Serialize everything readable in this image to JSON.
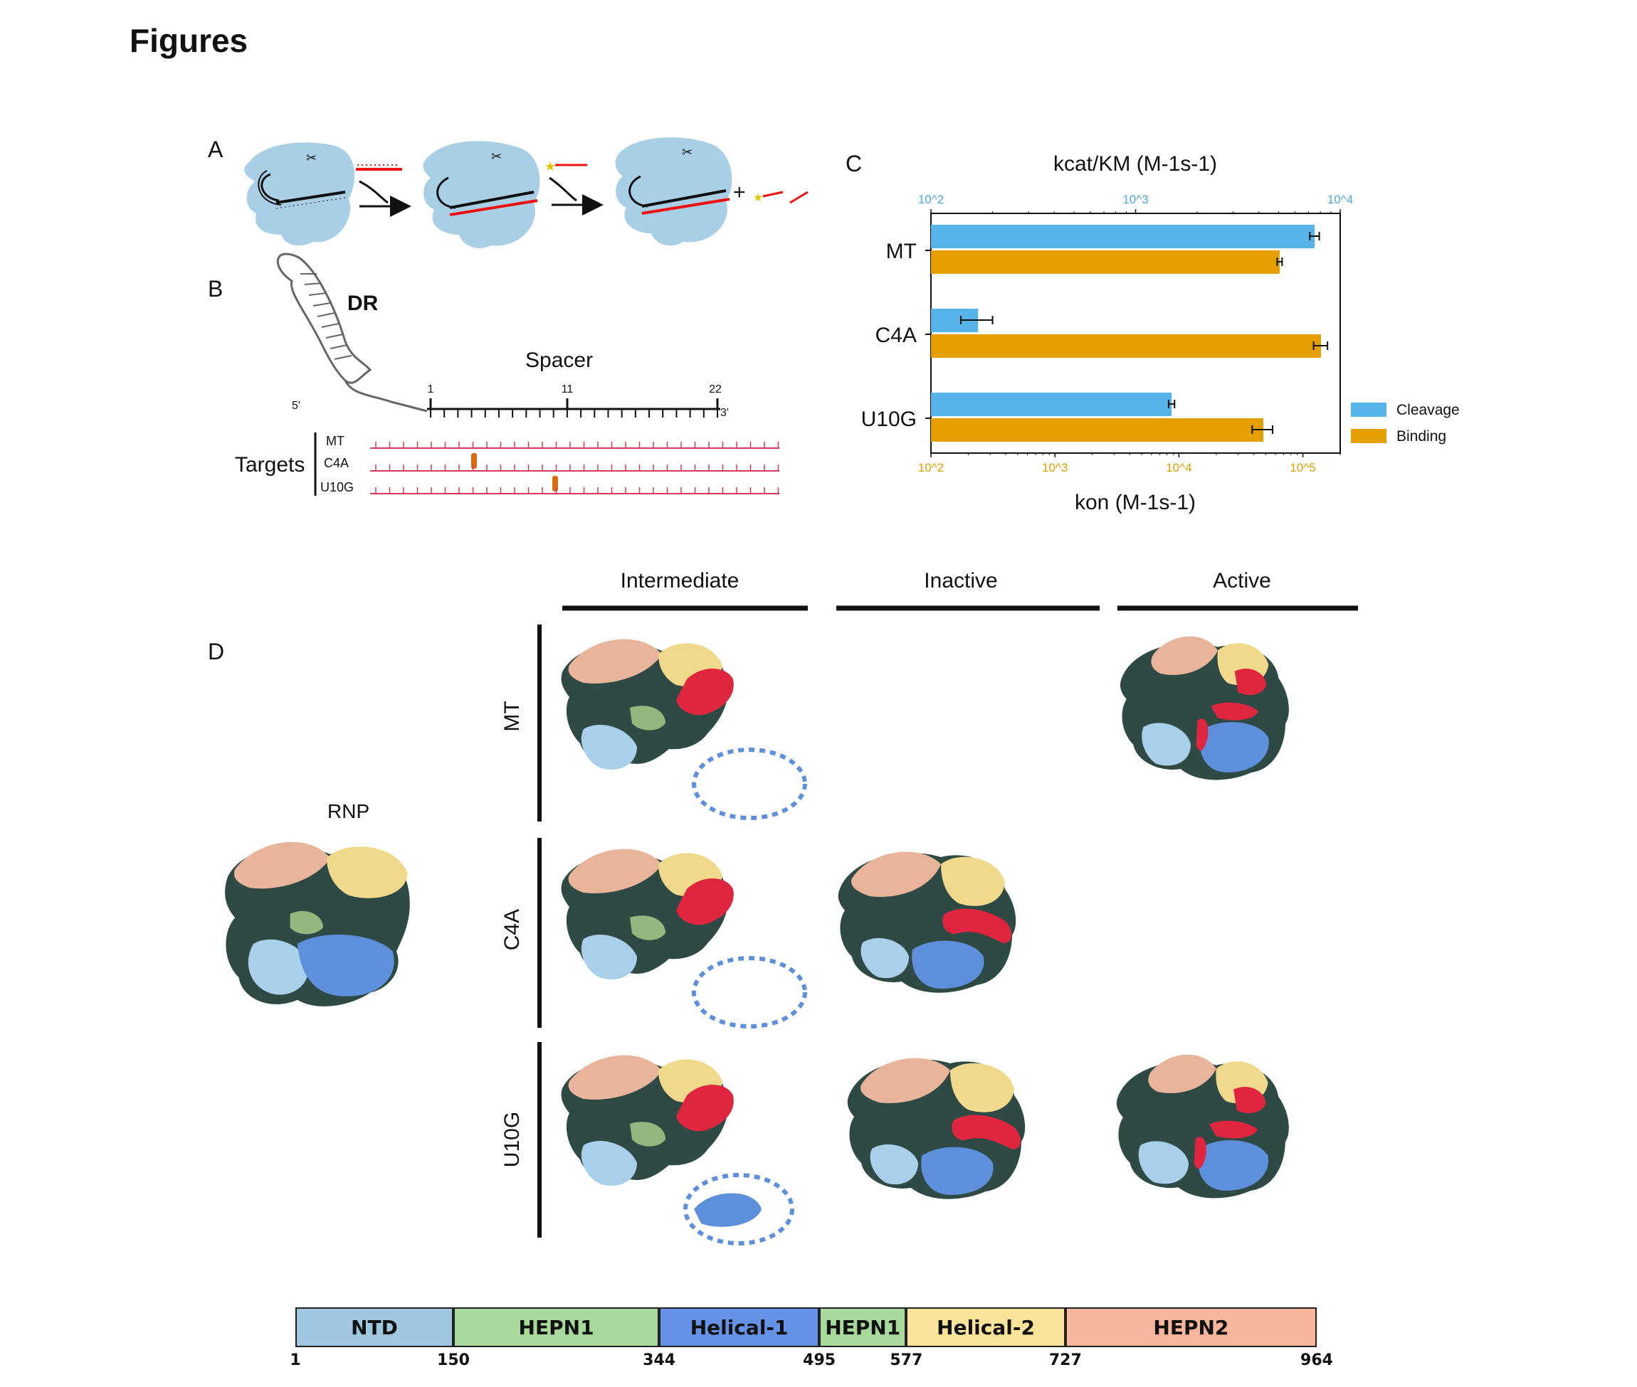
{
  "heading": "Figures",
  "panels": {
    "A": "A",
    "B": "B",
    "C": "C",
    "D": "D"
  },
  "panel_b": {
    "dr_label": "DR",
    "spacer_label": "Spacer",
    "five_prime": "5'",
    "three_prime": "3'",
    "positions": [
      "1",
      "11",
      "22"
    ],
    "targets_label": "Targets",
    "targets": [
      "MT",
      "C4A",
      "U10G"
    ]
  },
  "chart_data": {
    "type": "bar",
    "orientation": "horizontal",
    "categories": [
      "MT",
      "C4A",
      "U10G"
    ],
    "top_axis_label": "kcat/KM (M-1s-1)",
    "bottom_axis_label": "kon (M-1s-1)",
    "top_axis": {
      "scale": "log",
      "range": [
        100,
        10000
      ],
      "ticks": [
        "10^2",
        "10^3",
        "10^4"
      ]
    },
    "bottom_axis": {
      "scale": "log",
      "range": [
        100,
        200000
      ],
      "ticks": [
        "10^2",
        "10^3",
        "10^4",
        "10^5"
      ]
    },
    "legend_position": "right",
    "series": [
      {
        "name": "Cleavage",
        "color": "#56b4e9",
        "axis": "top",
        "values": [
          7500,
          170,
          1500
        ],
        "err": [
          400,
          30,
          50
        ]
      },
      {
        "name": "Binding",
        "color": "#e69f00",
        "axis": "bottom",
        "values": [
          65000,
          140000,
          48000
        ],
        "err": [
          3000,
          18000,
          9000
        ]
      }
    ]
  },
  "panel_d": {
    "columns": [
      "Intermediate",
      "Inactive",
      "Active"
    ],
    "rows": [
      "MT",
      "C4A",
      "U10G"
    ],
    "rnp_label": "RNP"
  },
  "domains": {
    "segments": [
      {
        "label": "NTD",
        "start": 1,
        "end": 150,
        "color": "#9fc8e0"
      },
      {
        "label": "HEPN1",
        "start": 150,
        "end": 344,
        "color": "#a6d99a"
      },
      {
        "label": "Helical-1",
        "start": 344,
        "end": 495,
        "color": "#6592e6"
      },
      {
        "label": "HEPN1",
        "start": 495,
        "end": 577,
        "color": "#a6d99a"
      },
      {
        "label": "Helical-2",
        "start": 577,
        "end": 727,
        "color": "#fbe49a"
      },
      {
        "label": "HEPN2",
        "start": 727,
        "end": 964,
        "color": "#f7b69c"
      }
    ],
    "numbers": [
      "1",
      "150",
      "344",
      "495",
      "577",
      "727",
      "964"
    ]
  }
}
